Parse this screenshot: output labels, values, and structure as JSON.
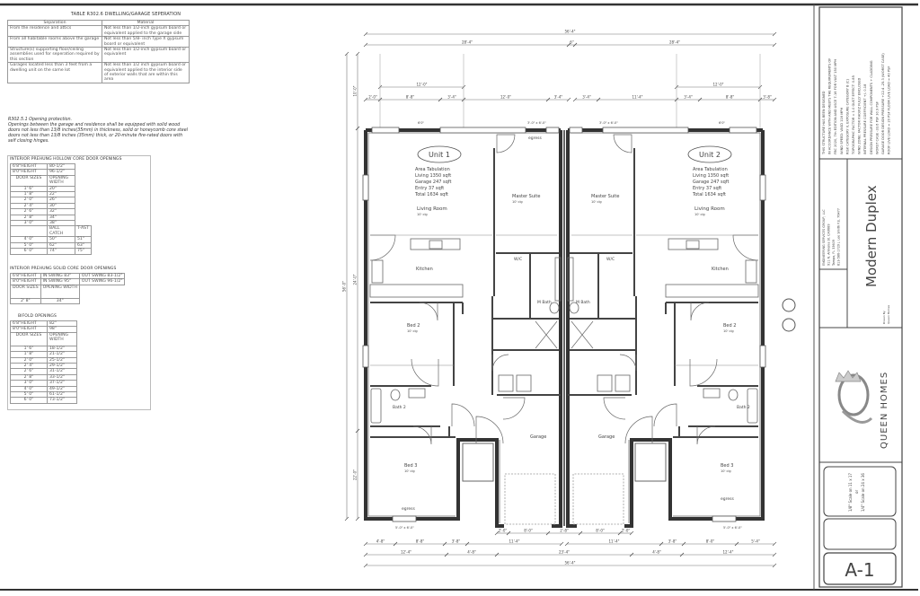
{
  "separation_table": {
    "title": "TABLE R302.6 DWELLING/GARAGE SEPERATION",
    "headers": [
      "Separation",
      "Material"
    ],
    "rows": [
      [
        "From the residence and attics",
        "Not less than 1/2-inch gypsum board or equivalent applied to the garage side"
      ],
      [
        "From all habitable rooms above the garage",
        "Not less than 5/8- inch Type X gypsum board or equivalent"
      ],
      [
        "Structure(s) supporting floor/ceiling assemblies used for seperation required by this section",
        "Not less than 1/2-inch gypsum board or equivalent"
      ],
      [
        "Garages located less than 3 feet from a dwelling unit on the same lot",
        "Not less than 1/2 inch gypsum board or equivalent applied to the interior side of exterior walls that are within this area"
      ]
    ]
  },
  "opening_protection": {
    "heading": "R302.5.1 Opening protection.",
    "text": "Openings between the garage and residence shall be equipped with solid wood doors not less than 13/8 inches(35mm) in thickness, solid or honeycomb core steel doors not less than 13/8 inches (35mm) thick, or 20-minute fire-rated doors with self closing hinges."
  },
  "hollow_core_table": {
    "title": "INTERIOR PREHUNG HOLLOW CORE DOOR OPENINGS",
    "heights": [
      [
        "6'8\"HEIGHT",
        "80-1/2\""
      ],
      [
        "8'0\"HEIGHT",
        "96-1/2\""
      ]
    ],
    "headers": [
      "DOOR SIZES",
      "OPENING WIDTH"
    ],
    "rows": [
      [
        "1' 6\"",
        "20\""
      ],
      [
        "1' 8\"",
        "22\""
      ],
      [
        "2' 0\"",
        "26\""
      ],
      [
        "2' 4\"",
        "30\""
      ],
      [
        "2' 6\"",
        "32\""
      ],
      [
        "2' 8\"",
        "34\""
      ],
      [
        "3' 0\"",
        "38\""
      ]
    ],
    "extra_headers": [
      "BALL CATCH",
      "T-AST"
    ],
    "extra_rows": [
      [
        "4' 0\"",
        "50\"",
        "51\""
      ],
      [
        "5' 0\"",
        "62\"",
        "63\""
      ],
      [
        "6' 0\"",
        "74\"",
        "75\""
      ]
    ]
  },
  "solid_core_table": {
    "title": "INTERIOR PREHUNG SOLID CORE DOOR OPENINGS",
    "heights": [
      [
        "6'8\"HEIGHT",
        "IN SWING 83\"",
        "OUT SWING 83-1/2\""
      ],
      [
        "8'0\"HEIGHT",
        "IN SWING 95\"",
        "OUT SWING 96-1/2\""
      ]
    ],
    "headers": [
      "DOOR SIZES",
      "OPENING WIDTH"
    ],
    "rows": [
      [
        "2' 8\"",
        "34\""
      ]
    ]
  },
  "bifold_table": {
    "title": "BIFOLD OPENINGS",
    "heights": [
      [
        "6'8\"HEIGHT",
        "82\""
      ],
      [
        "8'0\"HEIGHT",
        "98\""
      ]
    ],
    "headers": [
      "DOOR SIZES",
      "OPENING WIDTH"
    ],
    "rows": [
      [
        "1' 6\"",
        "18-1/2\""
      ],
      [
        "1' 8\"",
        "21-1/2\""
      ],
      [
        "2' 0\"",
        "25-1/2\""
      ],
      [
        "2' 4\"",
        "29-1/2\""
      ],
      [
        "2' 6\"",
        "31-1/2\""
      ],
      [
        "2' 8\"",
        "33-1/2\""
      ],
      [
        "3' 0\"",
        "37-1/2\""
      ],
      [
        "4' 0\"",
        "49-1/2\""
      ],
      [
        "5' 0\"",
        "61-1/2\""
      ],
      [
        "6' 0\"",
        "73-1/2\""
      ]
    ]
  },
  "plan": {
    "units": [
      {
        "label": "Unit 1",
        "area_title": "Area Tabulation",
        "area_lines": [
          "Living 1350 sqft",
          "Garage 247 sqft",
          "Entry 37 sqft",
          "Total 1634 sqft"
        ]
      },
      {
        "label": "Unit 2",
        "area_title": "Area Tabulation",
        "area_lines": [
          "Living 1350 sqft",
          "Garage 247 sqft",
          "Entry 37 sqft",
          "Total 1634 sqft"
        ]
      }
    ],
    "rooms": {
      "living": "Living Room",
      "master": "Master Suite",
      "kitchen": "Kitchen",
      "wic": "W/C",
      "mbath": "M Bath",
      "bed2": "Bed 2",
      "bath2": "Bath 2",
      "bed3": "Bed 3",
      "garage": "Garage",
      "egress": "egress",
      "ceiling": "10' clg"
    },
    "dims": {
      "top": [
        [
          "56'-4\""
        ],
        [
          "28'-4\"",
          "6\"",
          "28'-4\""
        ],
        [
          "12'-0\"",
          "12'-0\""
        ],
        [
          "2'-0\"",
          "8'-8\"",
          "3'-4\"",
          "12'-0\"",
          "3'-4\"",
          "3'-4\"",
          "11'-4\"",
          "3'-4\"",
          "8'-8\"",
          "3'-8\""
        ]
      ],
      "bottom": [
        [
          "2'-0\"",
          "8'-0\"",
          "2'-8\"",
          "8'-0\"",
          "2'-0\""
        ],
        [
          "4'-8\"",
          "8'-8\"",
          "3'-8\"",
          "11'-4\"",
          "11'-4\"",
          "3'-8\"",
          "8'-0\"",
          "5'-4\""
        ],
        [
          "12'-4\"",
          "4'-8\"",
          "23'-4\"",
          "4'-8\"",
          "12'-4\""
        ],
        [
          "56'-4\""
        ]
      ],
      "left": [
        [
          "10'-0\"",
          "24'-0\"",
          "22'-0\""
        ],
        [
          "56'-0\""
        ]
      ],
      "windows": [
        "6'0\"",
        "3'-0\" x 6'-0\"",
        "3'-0\" x 6'-0\"",
        "6'0\"",
        "5'-0\" x 6'-0\"",
        "5'-0\" x 6'-0\""
      ]
    }
  },
  "title_block": {
    "notes": [
      "THIS STRUCTURE HAS BEEN DESIGNED",
      "IN ACCORDANCE WITH AND MEETS THE REQUIREMENTS OF",
      "FBC 2020, 7th EDITION AND ASCE 7-16 FOR VULT 150 MPH",
      "WIND SPEED: VASD 116 MPH",
      "RISK CATEGORY II, EXPOSURE CATEGORY B (C)",
      "TOPOGRAPHIC FACTOR = 1.0     GUST EFFECT: 0.85",
      "WIND ZONE: FACTOR KHO/KZ     FULLY ENCLOSED",
      "INTERNAL PRESSURE COEFFICIENT +/- 0.18",
      "DESIGN PRESSURE FOR WALL COMPONENTS + CLADDING",
      "WORST CASE -33.6 PSF  30.9 PSF",
      "GARAGE DOOR DESIGN PRESSURE +22.4 -25.3 (WORST CASE)",
      "ROOF LIVE LOAD = 20 PSF   FLOOR LIVE LOAD = 40 PSF"
    ],
    "engineer": [
      "ENGINEERING SERVICES GROUP, LLC",
      "911 N. Armenia St.          CA9689",
      "Tampa, FL 33609",
      "813-586-1729  J. Lee Smith P.E. 76477"
    ],
    "project_name": "Modern Duplex",
    "drawn_by": [
      "Drawn By:",
      "Queen Homes"
    ],
    "logo_text": "QUEEN HOMES",
    "scale_note": [
      "1/8\" Scale on 11 x 17",
      "or",
      "1/4\" Scale on 24 x 36"
    ],
    "sheet": "A-1"
  }
}
